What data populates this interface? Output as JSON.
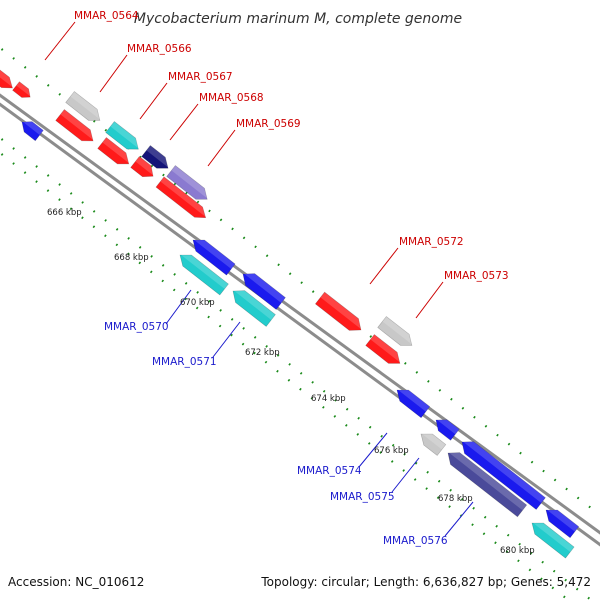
{
  "title": "Mycobacterium marinum M, complete genome",
  "footer": {
    "accession": "Accession: NC_010612",
    "summary": "Topology: circular; Length: 6,636,827 bp; Genes: 5,472"
  },
  "ticks": [
    "666 kbp",
    "668 kbp",
    "670 kbp",
    "672 kbp",
    "674 kbp",
    "676 kbp",
    "678 kbp",
    "680 kbp"
  ],
  "gene_labels": {
    "forward": [
      "MMAR_0564",
      "MMAR_0566",
      "MMAR_0567",
      "MMAR_0568",
      "MMAR_0569",
      "MMAR_0572",
      "MMAR_0573"
    ],
    "reverse": [
      "MMAR_0570",
      "MMAR_0571",
      "MMAR_0574",
      "MMAR_0575",
      "MMAR_0576"
    ]
  },
  "colors": {
    "forward_label": "#cc0000",
    "reverse_label": "#1a1acc",
    "red": "#ff1a1a",
    "gray": "#c8c8c8",
    "cyan": "#22cccc",
    "navy": "#141478",
    "lavender": "#8a7ad0",
    "blue": "#1a1aee",
    "slate": "#4a4a9a",
    "backbone": "#8c8c8c",
    "dots": "#1a8a1a"
  }
}
